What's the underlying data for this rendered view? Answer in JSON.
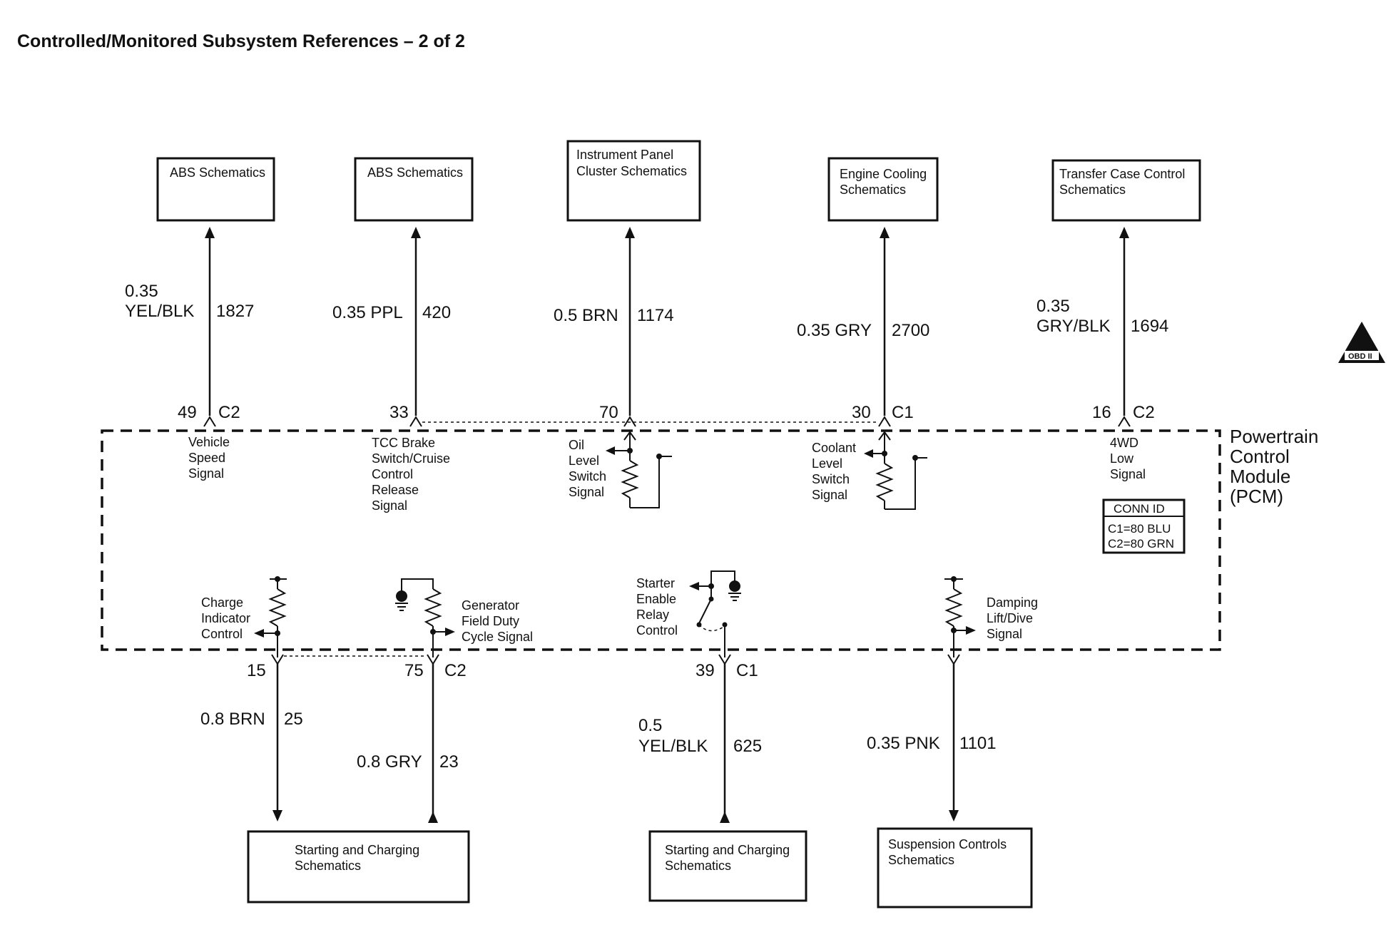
{
  "title": "Controlled/Monitored Subsystem References – 2 of 2",
  "pcm_label": [
    "Powertrain",
    "Control",
    "Module",
    "(PCM)"
  ],
  "conn_id": {
    "heading": "CONN ID",
    "lines": [
      "C1=80 BLU",
      "C2=80 GRN"
    ]
  },
  "obd_badge": {
    "symbol": "II",
    "label": "OBD II"
  },
  "top_circuits": [
    {
      "box": [
        "ABS Schematics"
      ],
      "wire_size": [
        "0.35",
        "YEL/BLK"
      ],
      "circuit": "1827",
      "pin": "49",
      "connector": "C2",
      "signal": [
        "Vehicle",
        "Speed",
        "Signal"
      ]
    },
    {
      "box": [
        "ABS Schematics"
      ],
      "wire_size": [
        "0.35 PPL"
      ],
      "circuit": "420",
      "pin": "33",
      "connector": "",
      "signal": [
        "TCC Brake",
        "Switch/Cruise",
        "Control",
        "Release",
        "Signal"
      ]
    },
    {
      "box": [
        "Instrument Panel",
        "Cluster Schematics"
      ],
      "wire_size": [
        "0.5 BRN"
      ],
      "circuit": "1174",
      "pin": "70",
      "connector": "",
      "signal": [
        "Oil",
        "Level",
        "Switch",
        "Signal"
      ]
    },
    {
      "box": [
        "Engine Cooling",
        "Schematics"
      ],
      "wire_size": [
        "0.35 GRY"
      ],
      "circuit": "2700",
      "pin": "30",
      "connector": "C1",
      "signal": [
        "Coolant",
        "Level",
        "Switch",
        "Signal"
      ]
    },
    {
      "box": [
        "Transfer Case Control",
        "Schematics"
      ],
      "wire_size": [
        "0.35",
        "GRY/BLK"
      ],
      "circuit": "1694",
      "pin": "16",
      "connector": "C2",
      "signal": [
        "4WD",
        "Low",
        "Signal"
      ]
    }
  ],
  "bottom_circuits": [
    {
      "signal": [
        "Charge",
        "Indicator",
        "Control"
      ],
      "pin": "15",
      "connector": "",
      "wire_size": [
        "0.8 BRN"
      ],
      "circuit": "25"
    },
    {
      "signal": [
        "Generator",
        "Field Duty",
        "Cycle Signal"
      ],
      "pin": "75",
      "connector": "C2",
      "wire_size": [
        "0.8 GRY"
      ],
      "circuit": "23"
    },
    {
      "signal": [
        "Starter",
        "Enable",
        "Relay",
        "Control"
      ],
      "pin": "39",
      "connector": "C1",
      "wire_size": [
        "0.5",
        "YEL/BLK"
      ],
      "circuit": "625"
    },
    {
      "signal": [
        "Damping",
        "Lift/Dive",
        "Signal"
      ],
      "pin": "",
      "connector": "",
      "wire_size": [
        "0.35 PNK"
      ],
      "circuit": "1101"
    }
  ],
  "bottom_boxes": [
    [
      "Starting and Charging",
      "Schematics"
    ],
    [
      "Starting and Charging",
      "Schematics"
    ],
    [
      "Suspension Controls",
      "Schematics"
    ]
  ]
}
